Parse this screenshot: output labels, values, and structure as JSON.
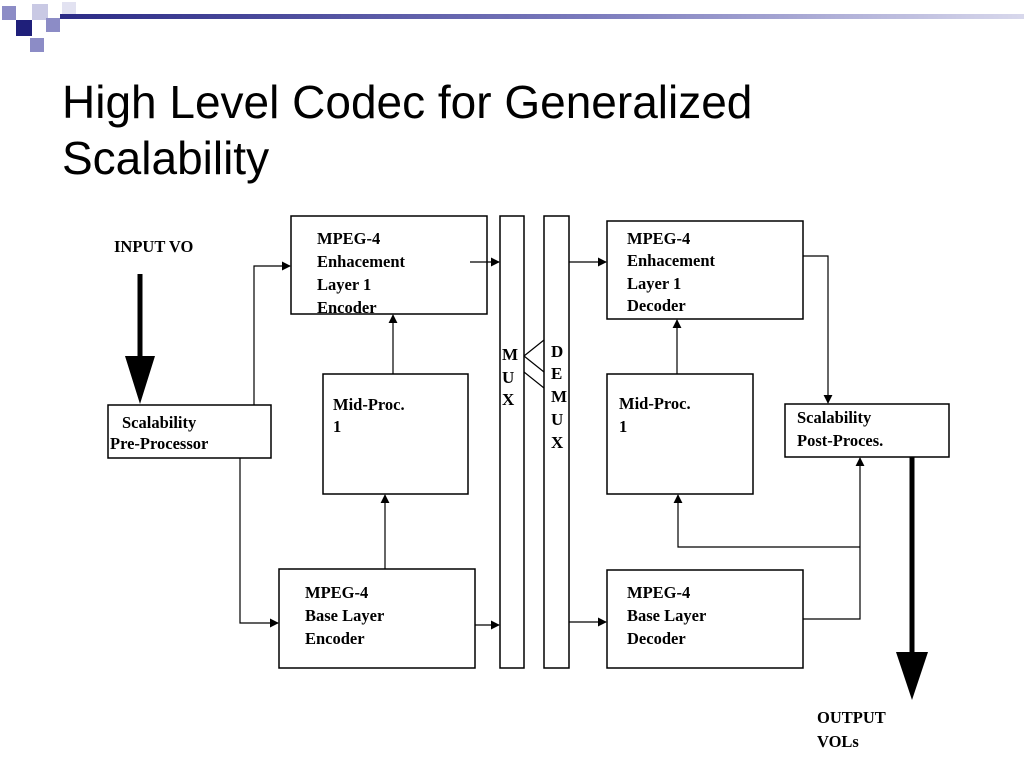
{
  "colors": {
    "accent_dark": "#1f1f7a",
    "accent_light": "#8c8cc6",
    "title_bar": "#2b2b86"
  },
  "slide": {
    "title_lines": [
      "High Level Codec for Generalized",
      "Scalability"
    ]
  },
  "diagram": {
    "input_label": "INPUT VO",
    "output_label": [
      "OUTPUT",
      "VOLs"
    ],
    "pre_processor": [
      "Scalability",
      "Pre-Processor"
    ],
    "post_processor": [
      "Scalability",
      "Post-Proces."
    ],
    "enh_encoder": [
      "MPEG-4",
      "Enhacement",
      "Layer 1",
      "Encoder"
    ],
    "enh_decoder": [
      "MPEG-4",
      "Enhacement",
      "Layer 1",
      "Decoder"
    ],
    "mid_proc_enc": [
      "Mid-Proc.",
      "1"
    ],
    "mid_proc_dec": [
      "Mid-Proc.",
      "1"
    ],
    "base_encoder": [
      "MPEG-4",
      "Base Layer",
      "Encoder"
    ],
    "base_decoder": [
      "MPEG-4",
      "Base Layer",
      "Decoder"
    ],
    "mux_letters": [
      "M",
      "U",
      "X"
    ],
    "demux_letters": [
      "D",
      "E",
      "M",
      "U",
      "X"
    ]
  }
}
